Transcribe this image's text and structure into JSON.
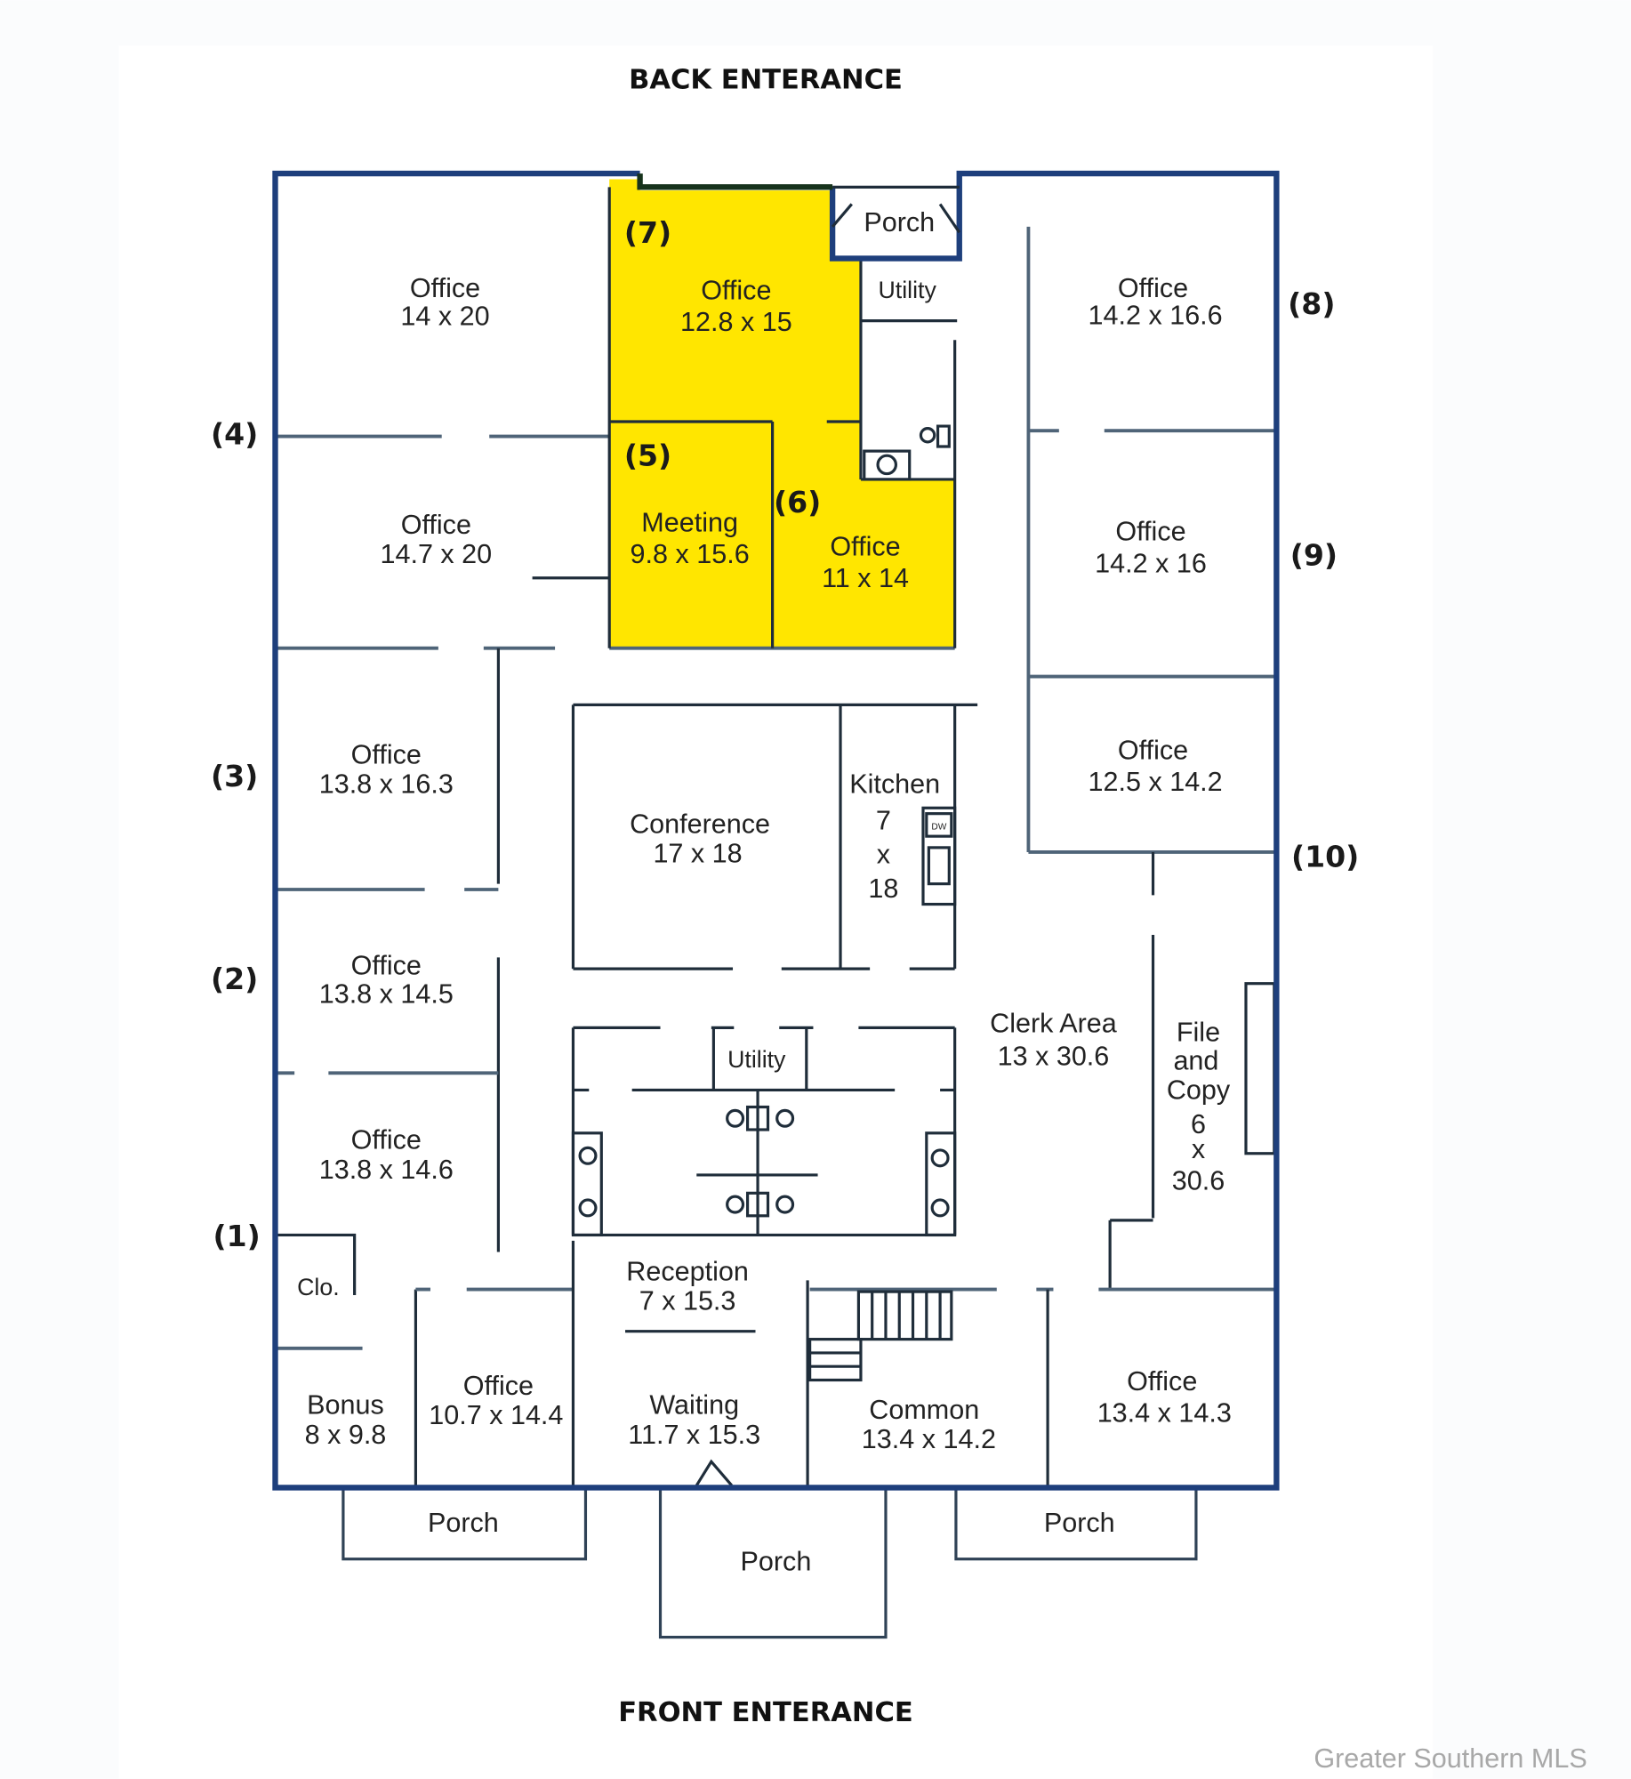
{
  "header": {
    "back_entrance": "BACK ENTERANCE",
    "front_entrance": "FRONT ENTERANCE"
  },
  "watermark": "Greater Southern MLS",
  "colors": {
    "highlight": "#ffe600",
    "exterior_wall": "#1e3f7c",
    "interior_wall": "#4f6478"
  },
  "unit_numbers": [
    "(1)",
    "(2)",
    "(3)",
    "(4)",
    "(5)",
    "(6)",
    "(7)",
    "(8)",
    "(9)",
    "(10)"
  ],
  "rooms": [
    {
      "lines": [
        "Office",
        "14 x 20"
      ]
    },
    {
      "lines": [
        "Office",
        "12.8 x 15"
      ],
      "highlighted": true
    },
    {
      "lines": [
        "Utility"
      ]
    },
    {
      "lines": [
        "Office",
        "14.2 x 16.6"
      ]
    },
    {
      "lines": [
        "Office",
        "14.7 x 20"
      ]
    },
    {
      "lines": [
        "Meeting",
        "9.8 x 15.6"
      ],
      "highlighted": true
    },
    {
      "lines": [
        "Office",
        "11 x 14"
      ],
      "highlighted": true
    },
    {
      "lines": [
        "Office",
        "14.2 x 16"
      ]
    },
    {
      "lines": [
        "Office",
        "13.8 x 16.3"
      ]
    },
    {
      "lines": [
        "Conference",
        "17 x 18"
      ]
    },
    {
      "lines": [
        "Kitchen",
        "7",
        "x",
        "18"
      ]
    },
    {
      "lines": [
        "Office",
        "12.5 x 14.2"
      ]
    },
    {
      "lines": [
        "Office",
        "13.8 x 14.5"
      ]
    },
    {
      "lines": [
        "Clerk Area",
        "13 x 30.6"
      ]
    },
    {
      "lines": [
        "Utility"
      ]
    },
    {
      "lines": [
        "File",
        "and",
        "Copy",
        "6",
        "x",
        "30.6"
      ]
    },
    {
      "lines": [
        "Office",
        "13.8 x 14.6"
      ]
    },
    {
      "lines": [
        "Clo."
      ]
    },
    {
      "lines": [
        "Reception",
        "7 x 15.3"
      ]
    },
    {
      "lines": [
        "Bonus",
        "8 x 9.8"
      ]
    },
    {
      "lines": [
        "Office",
        "10.7 x 14.4"
      ]
    },
    {
      "lines": [
        "Waiting",
        "11.7 x 15.3"
      ]
    },
    {
      "lines": [
        "Common",
        "13.4 x 14.2"
      ]
    },
    {
      "lines": [
        "Office",
        "13.4 x 14.3"
      ]
    }
  ],
  "porches": [
    "Porch",
    "Porch",
    "Porch",
    "Porch"
  ],
  "appliance_label": "DW"
}
